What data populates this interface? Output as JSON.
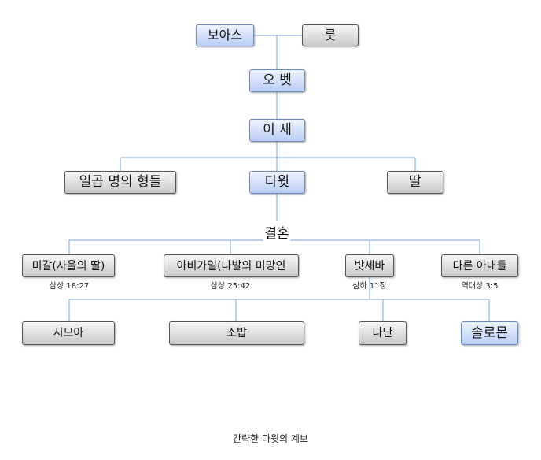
{
  "nodes": {
    "boaz": "보아스",
    "ruth": "룻",
    "obed": "오 벳",
    "jesse": "이 새",
    "seven_brothers": "일곱 명의 형들",
    "david": "다윗",
    "daughter": "딸",
    "michal": "미갈(사울의 딸)",
    "abigail": "아비가일(나발의 미망인",
    "bathsheba": "밧세바",
    "other_wives": "다른 아내들",
    "shimea": "시므아",
    "shobab": "소밥",
    "nathan": "나단",
    "solomon": "솔로몬"
  },
  "marriage_label": "결혼",
  "refs": {
    "michal": "삼상 18:27",
    "abigail": "삼상 25:42",
    "bathsheba": "삼하 11장",
    "other_wives": "역대상 3:5"
  },
  "caption": "간략한 다윗의 계보",
  "colors": {
    "highlight_fill": "#b9cdf4",
    "normal_fill": "#c8c8c8",
    "connector": "#7fa6d6"
  }
}
